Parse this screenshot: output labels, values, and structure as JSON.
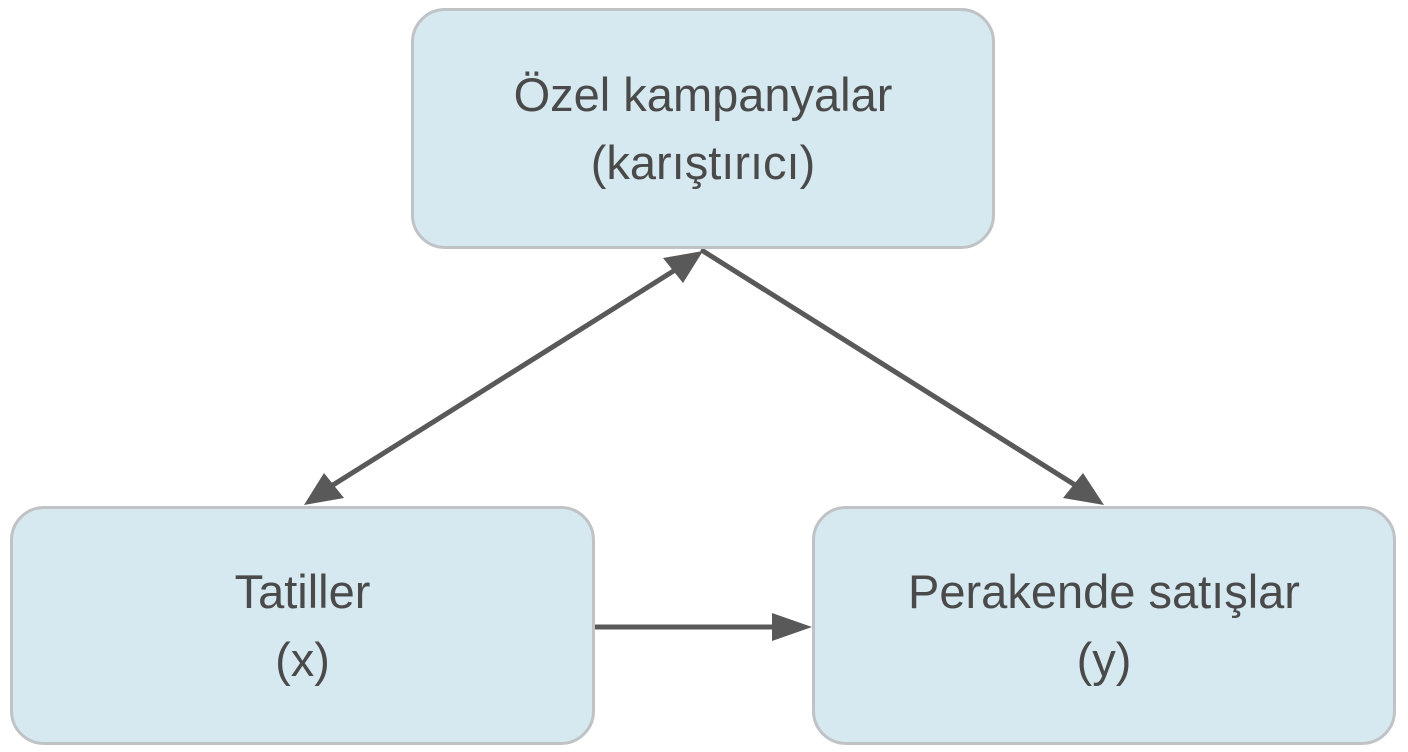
{
  "nodes": {
    "confounder": {
      "line1": "Özel kampanyalar",
      "line2": "(karıştırıcı)"
    },
    "cause": {
      "line1": "Tatiller",
      "line2": "(x)"
    },
    "effect": {
      "line1": "Perakende satışlar",
      "line2": "(y)"
    }
  },
  "edges": [
    {
      "from": "cause",
      "to": "confounder",
      "direction": "bidirectional"
    },
    {
      "from": "confounder",
      "to": "effect",
      "direction": "forward"
    },
    {
      "from": "cause",
      "to": "effect",
      "direction": "forward"
    }
  ],
  "colors": {
    "node_fill": "#d6e8f0",
    "node_border": "#bfc3c6",
    "text": "#4a4a4a",
    "arrow": "#595959"
  }
}
